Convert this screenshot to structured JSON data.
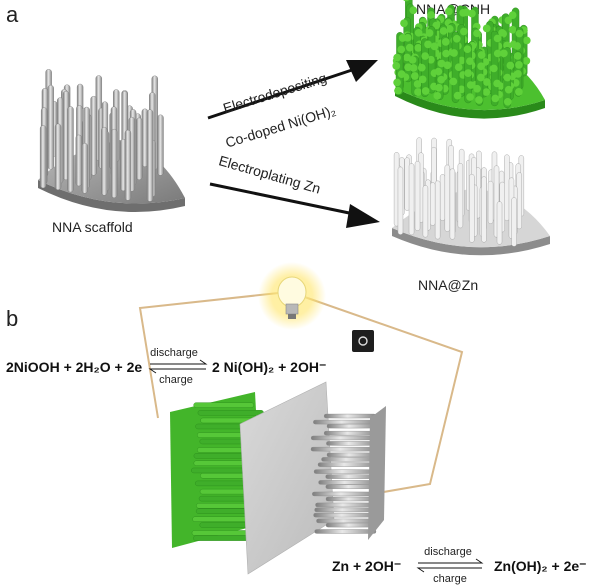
{
  "panels": {
    "a": "a",
    "b": "b"
  },
  "labels": {
    "scaffold": "NNA scaffold",
    "cnh": "NNA@CNH",
    "zn": "NNA@Zn"
  },
  "arrows": {
    "upper_line1": "Electrodepositing",
    "upper_line2": "Co-doped Ni(OH)₂",
    "lower": "Electroplating Zn"
  },
  "equations": {
    "cathode_left": "2NiOOH + 2H₂O + 2e",
    "cathode_right": "2 Ni(OH)₂ + 2OH⁻",
    "anode_left": "Zn + 2OH⁻",
    "anode_right": "Zn(OH)₂ + 2e⁻",
    "discharge": "discharge",
    "charge": "charge"
  },
  "colors": {
    "green": "#3fae2a",
    "green_dark": "#2a8a1a",
    "gray": "#9a9a9a",
    "wire": "#d9b98a"
  }
}
